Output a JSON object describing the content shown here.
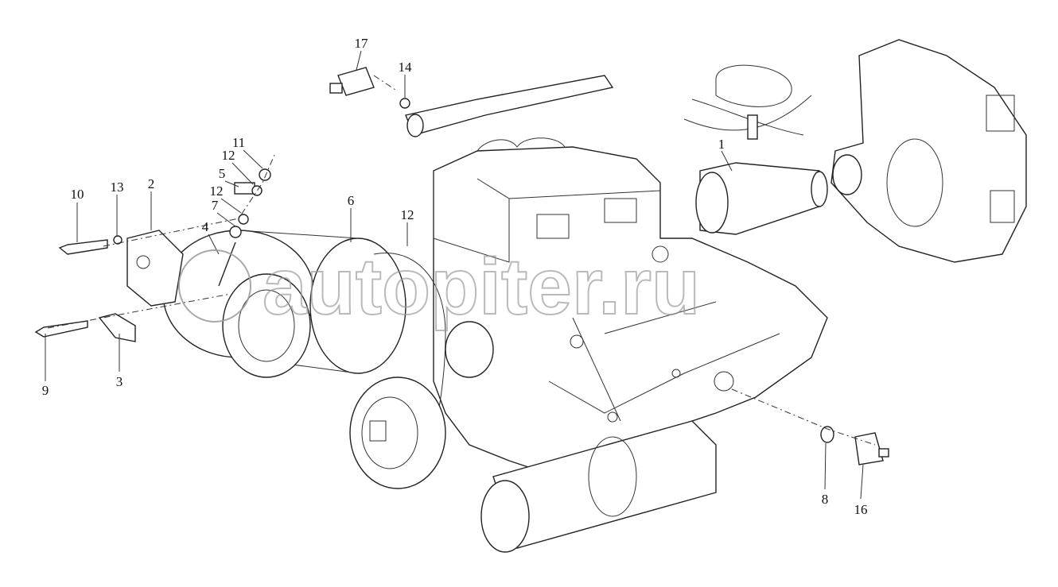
{
  "diagram": {
    "watermark": "autopiter.ru",
    "callouts": {
      "c17": "17",
      "c14": "14",
      "c11": "11",
      "c12a": "12",
      "c5": "5",
      "c12b": "12",
      "c7": "7",
      "c4": "4",
      "c10": "10",
      "c13": "13",
      "c2": "2",
      "c6": "6",
      "c12c": "12",
      "c1": "1",
      "c9": "9",
      "c3": "3",
      "c8": "8",
      "c16": "16"
    }
  }
}
